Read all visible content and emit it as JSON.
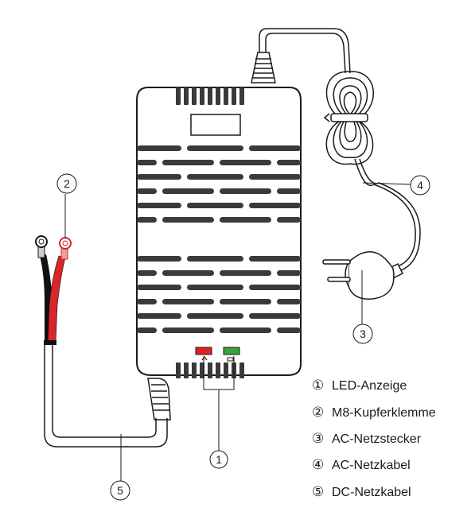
{
  "callouts": [
    {
      "number": "1"
    },
    {
      "number": "2"
    },
    {
      "number": "3"
    },
    {
      "number": "4"
    },
    {
      "number": "5"
    }
  ],
  "legend": [
    {
      "marker": "①",
      "label": "LED-Anzeige"
    },
    {
      "marker": "②",
      "label": "M8-Kupferklemme"
    },
    {
      "marker": "③",
      "label": "AC-Netzstecker"
    },
    {
      "marker": "④",
      "label": "AC-Netzkabel"
    },
    {
      "marker": "⑤",
      "label": "DC-Netzkabel"
    }
  ],
  "colors": {
    "outline": "#1a1a1a",
    "body_fill": "#ffffff",
    "slot_fill": "#3a3a3a",
    "led_red": "#e02020",
    "led_green": "#3aa33a",
    "wire_red": "#d8262a",
    "wire_black": "#111111"
  }
}
